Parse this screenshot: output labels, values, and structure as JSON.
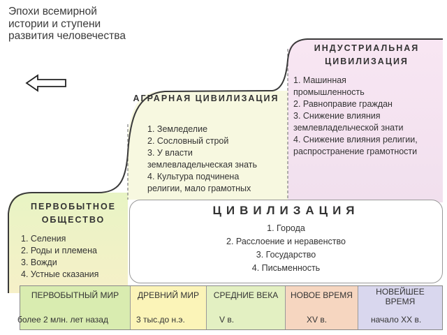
{
  "title": "Эпохи всемирной истории и ступени развития человечества",
  "stages": [
    {
      "title": "ПЕРВОБЫТНОЕ ОБЩЕСТВО",
      "items": [
        "1. Селения",
        "2. Роды и племена",
        "3. Вожди",
        "4. Устные сказания"
      ]
    },
    {
      "title": "АГРАРНАЯ ЦИВИЛИЗАЦИЯ",
      "items": [
        "1. Земледелие",
        "2. Сословный строй",
        "3. У власти",
        "землевладельческая знать",
        "4. Культура подчинена",
        "религии, мало грамотных"
      ]
    },
    {
      "title": "ИНДУСТРИАЛЬНАЯ ЦИВИЛИЗАЦИЯ",
      "items": [
        "1. Машинная",
        "промышленность",
        "2. Равноправие граждан",
        "3. Снижение влияния",
        "землевладельческой знати",
        "4. Снижение влияния религии,",
        "распространение грамотности"
      ]
    }
  ],
  "civilization": {
    "title": "ЦИВИЛИЗАЦИЯ",
    "items": [
      "1. Города",
      "2. Расслоение и неравенство",
      "3. Государство",
      "4. Письменность"
    ]
  },
  "eras": [
    {
      "name": "ПЕРВОБЫТНЫЙ МИР",
      "date": "более 2 млн. лет назад",
      "color": "#d9ecb0"
    },
    {
      "name": "ДРЕВНИЙ МИР",
      "date": "3 тыс.до н.э.",
      "color": "#fbf4b8"
    },
    {
      "name": "СРЕДНИЕ ВЕКА",
      "date": "V в.",
      "color": "#e3f0c2"
    },
    {
      "name": "НОВОЕ ВРЕМЯ",
      "date": "XV в.",
      "color": "#f6d6c0"
    },
    {
      "name": "НОВЕЙШЕЕ ВРЕМЯ",
      "date": "начало XX в.",
      "color": "#d9d7ee"
    }
  ],
  "colors": {
    "primitive_bg": "#e9f3c6",
    "agrarian_bg": "#f7f8e2",
    "industrial_bg": "#f5e4f0",
    "outline": "#3a3a3a"
  }
}
